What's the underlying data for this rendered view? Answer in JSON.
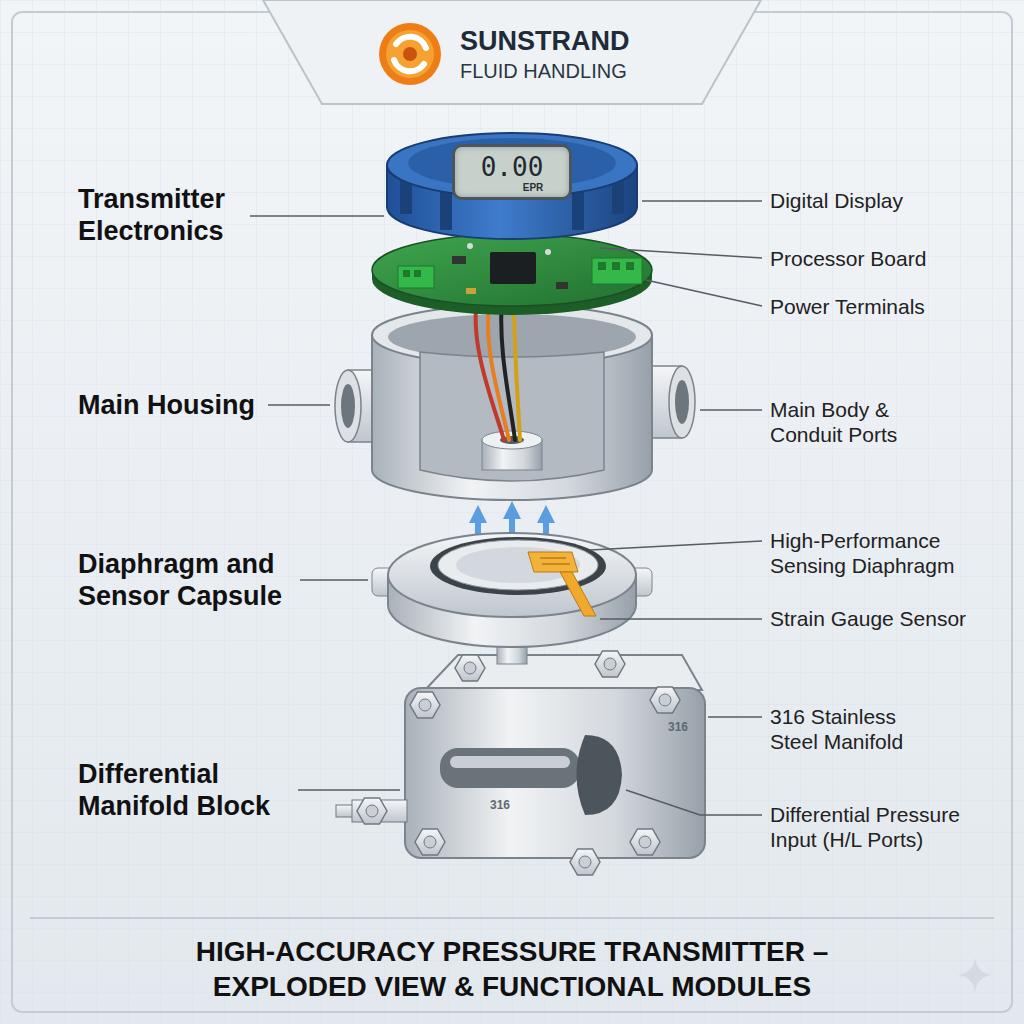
{
  "diagram": {
    "title": "HIGH-ACCURACY PRESSURE TRANSMITTER – EXPLODED VIEW & FUNCTIONAL MODULES",
    "nodes": [
      {
        "text": [
          "SUNSTRAND",
          "FLUID HANDLING"
        ]
      },
      {
        "text": [
          "0.00",
          "EPR"
        ]
      }
    ],
    "labels": [
      "Transmitter Electronics",
      "Digital Display",
      "Processor Board",
      "Power Terminals",
      "Main Housing",
      "Main Body & Conduit Ports",
      "Diaphragm and Sensor Capsule",
      "High-Performance Sensing Diaphragm",
      "Strain Gauge Sensor",
      "316 Stainless Steel Manifold",
      "316",
      "Differential Manifold Block",
      "Differential Pressure Input (H/L Ports)",
      "316"
    ]
  }
}
